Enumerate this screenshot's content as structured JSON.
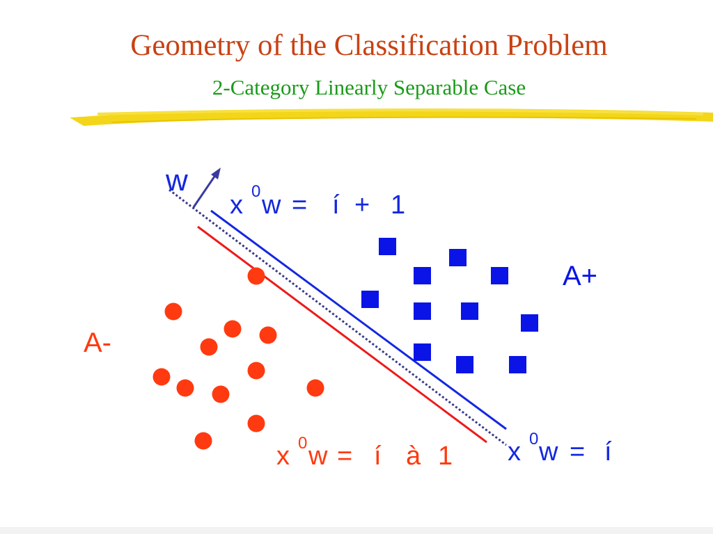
{
  "slide": {
    "title": "Geometry of the Classification Problem",
    "subtitle": "2-Category Linearly Separable Case"
  },
  "diagram": {
    "normal_vector_label": "w",
    "class_plus_label": "A+",
    "class_minus_label": "A-",
    "eq_plus": {
      "x": "x",
      "prime": "0",
      "w": "w",
      "eq": "=",
      "g": "í",
      "op": "+",
      "one": "1"
    },
    "eq_minus": {
      "x": "x",
      "prime": "0",
      "w": "w",
      "eq": "=",
      "g": "í",
      "op": "à",
      "one": "1"
    },
    "eq_mid": {
      "x": "x",
      "prime": "0",
      "w": "w",
      "eq": "=",
      "g": "í"
    },
    "colors": {
      "title": "#c84214",
      "subtitle": "#1a9a1a",
      "class_plus": "#0a14e6",
      "class_minus": "#ff3a10",
      "plus_line": "#1428e0",
      "minus_line": "#ee1a1a",
      "separator": "#3a3a8a",
      "vector": "#3a3aa0",
      "highlight": "#f2d200"
    },
    "icons": {
      "class_plus_point": "blue-square",
      "class_minus_point": "red-circle",
      "normal_vector": "arrow"
    }
  }
}
